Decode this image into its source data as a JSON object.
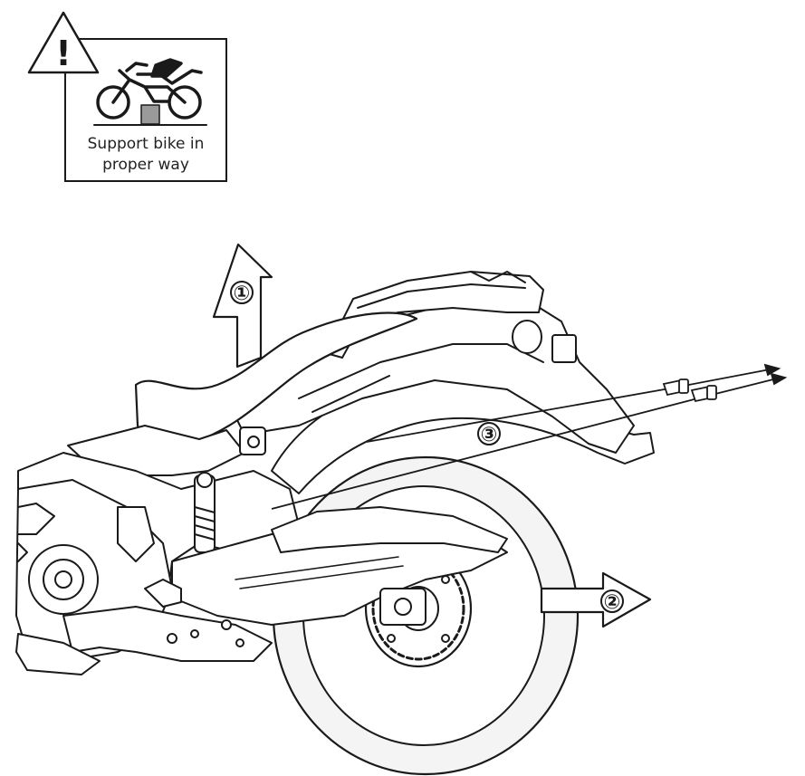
{
  "warning_sign": {
    "symbol": "!",
    "icon": "warning-triangle-icon",
    "text_line1": "Support bike in",
    "text_line2": "proper way"
  },
  "callouts": {
    "lift_up": "①",
    "pull_wheel": "②",
    "remove_bolts": "③"
  },
  "colors": {
    "line": "#1a1a1a",
    "fill": "#ffffff",
    "tire_fill": "#f2f2f2",
    "stand_fill": "#9a9a9a"
  }
}
